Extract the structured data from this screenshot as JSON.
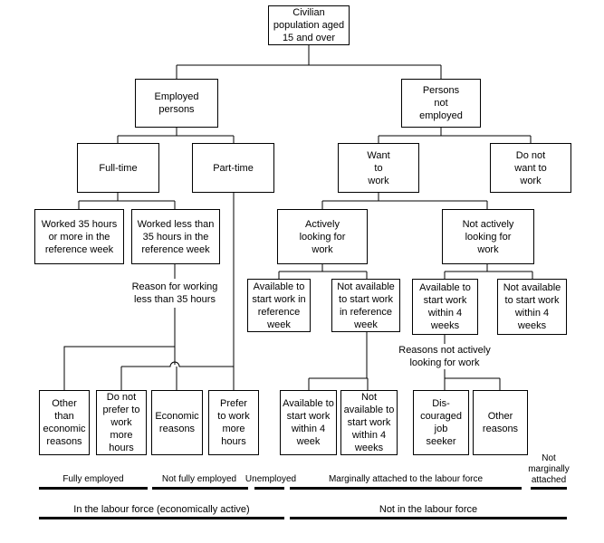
{
  "boxes": {
    "civilian": "Civilian population aged 15 and over",
    "employed": "Employed persons",
    "not_employed": "Persons not employed",
    "full_time": "Full-time",
    "part_time": "Part-time",
    "want_work": "Want to work",
    "not_want_work": "Do not want to work",
    "worked_35_more": "Worked 35 hours or more in the reference week",
    "worked_less_35": "Worked less than 35 hours in the reference week",
    "actively_looking": "Actively looking for work",
    "not_actively_looking": "Not actively looking for work",
    "avail_ref_week": "Available to start work in reference week",
    "not_avail_ref_week": "Not available to start work in reference week",
    "avail_4wk": "Available to start work within 4 weeks",
    "not_avail_4wk": "Not available to start work within 4 weeks",
    "other_than_econ": "Other than economic reasons",
    "not_prefer_more": "Do not prefer to work more hours",
    "econ_reasons": "Economic reasons",
    "prefer_more": "Prefer to work more hours",
    "avail_4week": "Available to start work within 4 week",
    "not_avail_4weeks_b": "Not available to start work within 4 weeks",
    "discouraged": "Dis-couraged job seeker",
    "other_reasons": "Other reasons"
  },
  "labels": {
    "reason_less_35": "Reason for working less than 35 hours",
    "reasons_not_active": "Reasons not actively looking for work"
  },
  "categories": {
    "fully_employed": "Fully employed",
    "not_fully_employed": "Not fully employed",
    "unemployed": "Unemployed",
    "marginally_attached": "Marginally attached to the labour force",
    "not_marginally_attached": "Not marginally attached",
    "in_labour_force": "In the labour force (economically active)",
    "not_in_labour_force": "Not in the labour force"
  }
}
